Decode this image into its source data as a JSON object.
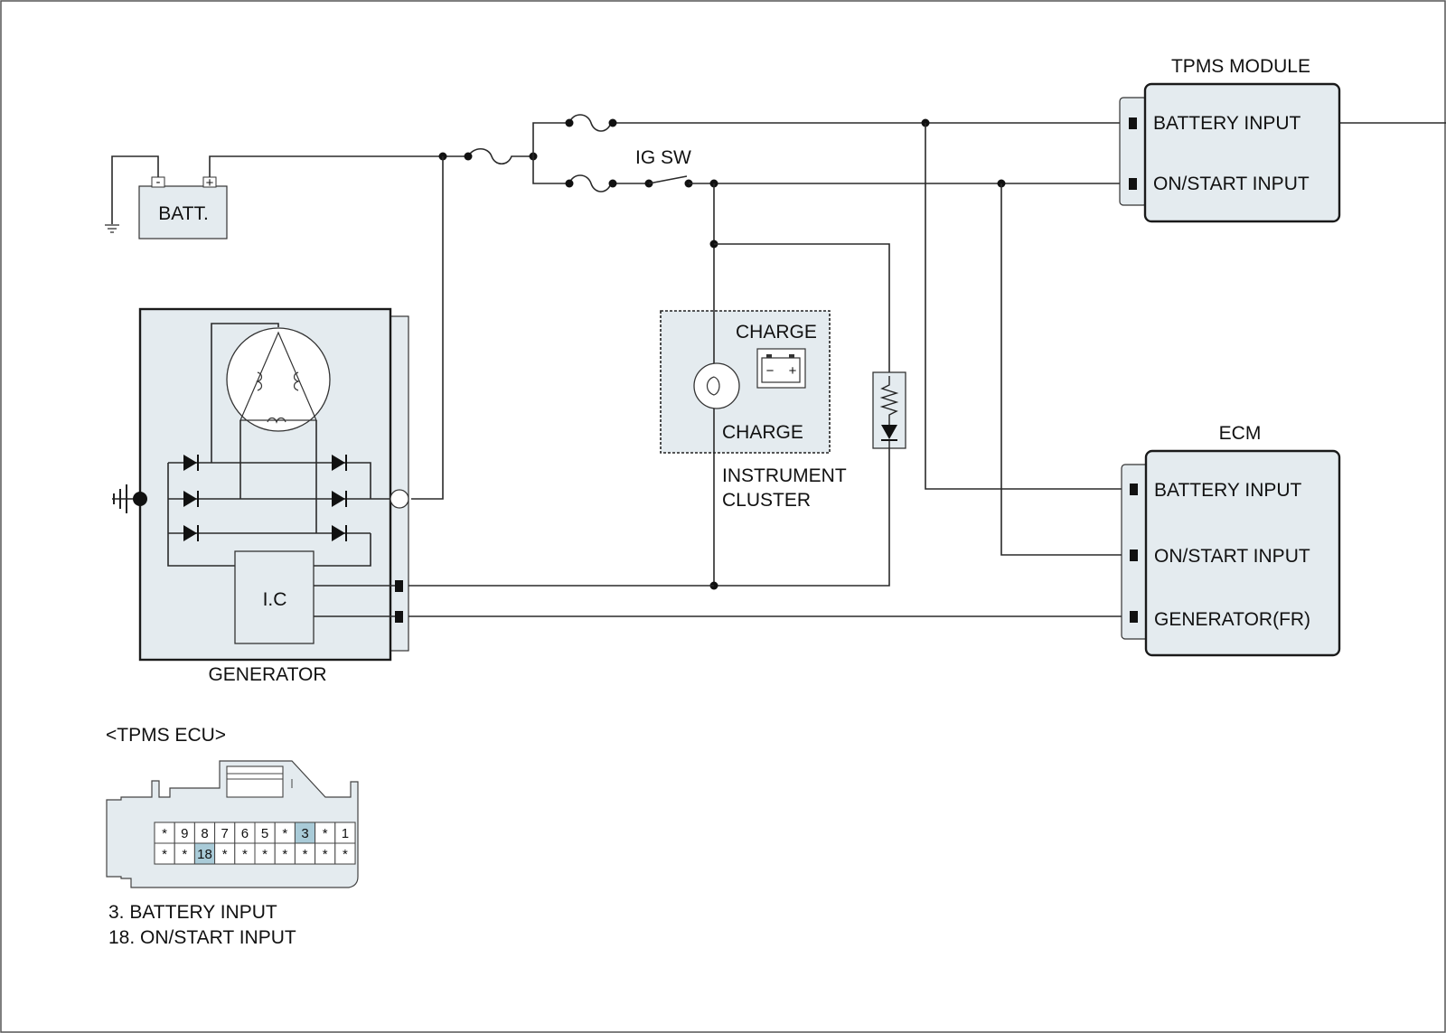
{
  "colors": {
    "box_fill": "#e4ebef",
    "highlight_pin": "#a9cbd8",
    "wire": "#2a2a2a",
    "border": "#1a1a1a"
  },
  "labels": {
    "batt": "BATT.",
    "batt_minus": "-",
    "batt_plus": "+",
    "ig_sw": "IG SW",
    "generator": "GENERATOR",
    "ic": "I.C",
    "charge_top": "CHARGE",
    "charge_bottom": "CHARGE",
    "icon_minus": "−",
    "icon_plus": "+",
    "cluster_line1": "INSTRUMENT",
    "cluster_line2": "CLUSTER"
  },
  "tpms_module": {
    "title": "TPMS MODULE",
    "pins": [
      "BATTERY INPUT",
      "ON/START INPUT"
    ]
  },
  "ecm": {
    "title": "ECM",
    "pins": [
      "BATTERY INPUT",
      "ON/START INPUT",
      "GENERATOR(FR)"
    ]
  },
  "connector": {
    "title": "<TPMS ECU>",
    "top_row": [
      "*",
      "9",
      "8",
      "7",
      "6",
      "5",
      "*",
      "3",
      "*",
      "1"
    ],
    "bottom_row": [
      "*",
      "*",
      "18",
      "*",
      "*",
      "*",
      "*",
      "*",
      "*",
      "*"
    ],
    "highlighted": [
      "3",
      "18"
    ],
    "legend": [
      "3. BATTERY INPUT",
      "18. ON/START INPUT"
    ]
  }
}
